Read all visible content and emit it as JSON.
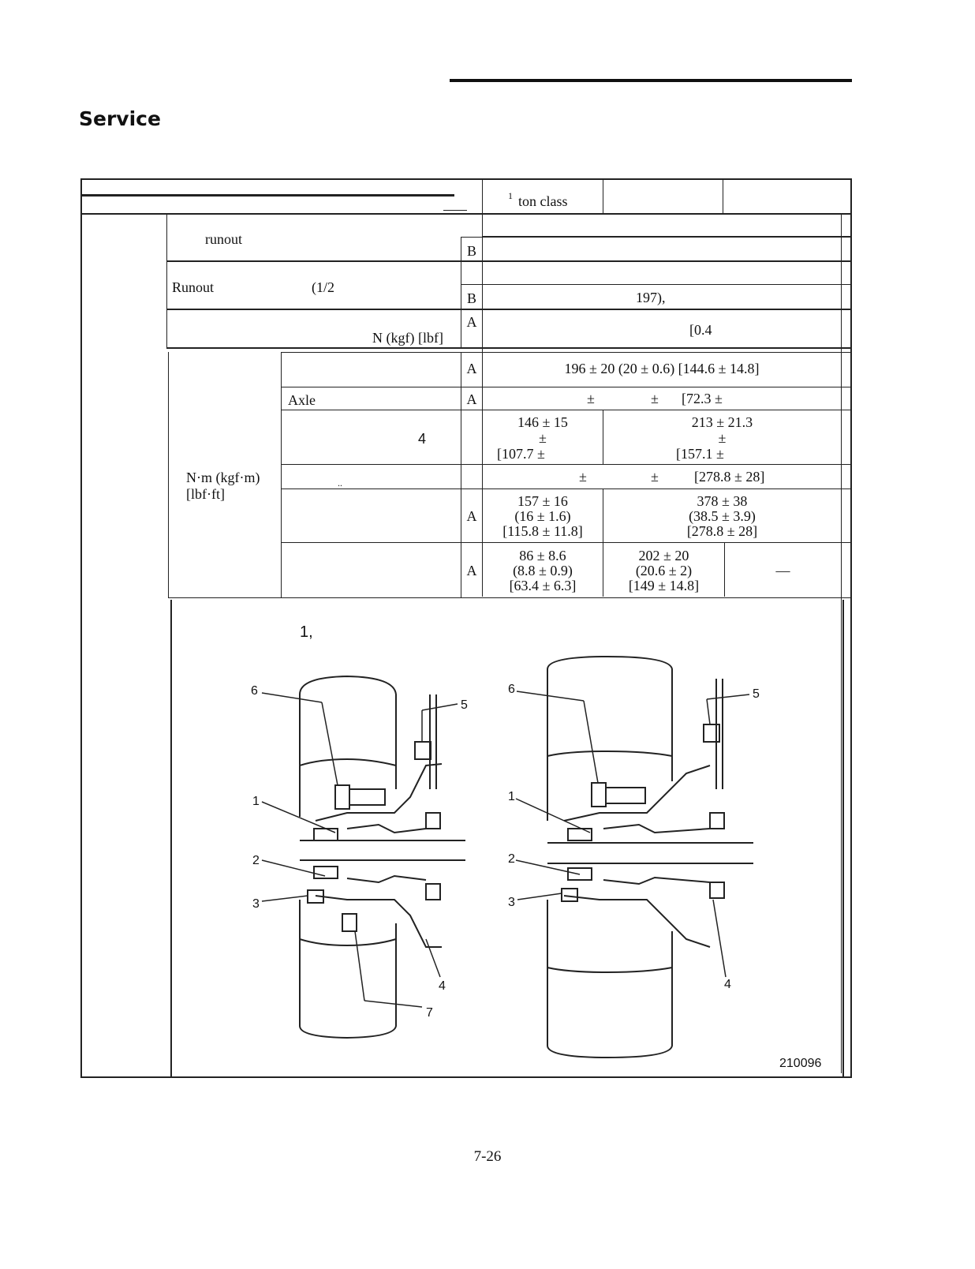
{
  "header": {
    "section_title": "Service"
  },
  "table": {
    "col_heading": "ton class",
    "col_heading_sup": "1",
    "rows": {
      "runout": {
        "label": "runout",
        "mark": "B"
      },
      "runout_half": {
        "label": "Runout",
        "label_paren": "(1/2",
        "mark": "B",
        "value": "197),"
      },
      "force": {
        "unit": "N (kgf) [lbf]",
        "mark": "A",
        "value": "[0.4"
      },
      "torque_unit_line1": "N·m (kgf·m)",
      "torque_unit_line2": "[lbf·ft]",
      "torque_rows": [
        {
          "label": "",
          "mark": "A",
          "value": "196 ± 20 (20 ± 0.6) [144.6 ± 14.8]"
        },
        {
          "label": "Axle",
          "mark": "A",
          "v1": "±",
          "v2": "±",
          "v3": "[72.3 ±"
        },
        {
          "label": "4",
          "mark": "",
          "c1": [
            "146 ± 15",
            "±",
            "[107.7 ±"
          ],
          "c2": [
            "213 ± 21.3",
            "±",
            "[157.1 ±"
          ]
        },
        {
          "label": "..",
          "mark": "",
          "v1": "±",
          "v2": "±",
          "v3": "[278.8 ± 28]"
        },
        {
          "label": "",
          "mark": "A",
          "c1": [
            "157 ± 16",
            "(16 ± 1.6)",
            "[115.8 ± 11.8]"
          ],
          "c2": [
            "378 ± 38",
            "(38.5 ± 3.9)",
            "[278.8 ± 28]"
          ]
        },
        {
          "label": "",
          "mark": "A",
          "c1": [
            "86 ± 8.6",
            "(8.8 ± 0.9)",
            "[63.4 ± 6.3]"
          ],
          "c2": [
            "202 ± 20",
            "(20.6 ± 2)",
            "[149 ± 14.8]"
          ],
          "c3": "—"
        }
      ]
    }
  },
  "figure": {
    "note": "1,",
    "id": "210096",
    "callouts": [
      "6",
      "5",
      "1",
      "2",
      "3",
      "4",
      "7",
      "6",
      "5",
      "1",
      "2",
      "3",
      "4"
    ]
  },
  "footer": {
    "page_number": "7-26"
  }
}
